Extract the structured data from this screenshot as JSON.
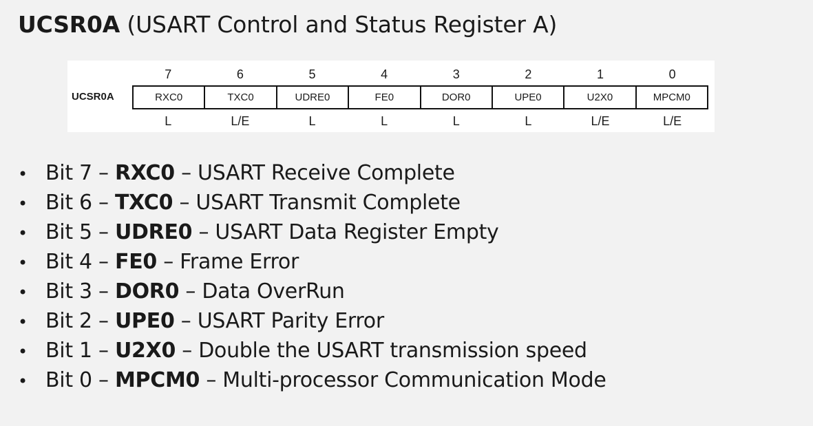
{
  "title": {
    "bold": "UCSR0A",
    "rest": " (USART Control and Status Register A)"
  },
  "register": {
    "name": "UCSR0A",
    "bits": [
      {
        "num": "7",
        "name": "RXC0",
        "access": "L"
      },
      {
        "num": "6",
        "name": "TXC0",
        "access": "L/E"
      },
      {
        "num": "5",
        "name": "UDRE0",
        "access": "L"
      },
      {
        "num": "4",
        "name": "FE0",
        "access": "L"
      },
      {
        "num": "3",
        "name": "DOR0",
        "access": "L"
      },
      {
        "num": "2",
        "name": "UPE0",
        "access": "L"
      },
      {
        "num": "1",
        "name": "U2X0",
        "access": "L/E"
      },
      {
        "num": "0",
        "name": "MPCM0",
        "access": "L/E"
      }
    ]
  },
  "bullets": [
    {
      "bit": "Bit 7",
      "name": "RXC0",
      "desc": "USART Receive Complete"
    },
    {
      "bit": "Bit 6",
      "name": "TXC0",
      "desc": "USART Transmit Complete"
    },
    {
      "bit": "Bit 5",
      "name": "UDRE0",
      "desc": "USART Data Register Empty"
    },
    {
      "bit": "Bit 4",
      "name": "FE0",
      "desc": "Frame Error"
    },
    {
      "bit": "Bit 3",
      "name": "DOR0",
      "desc": "Data OverRun"
    },
    {
      "bit": "Bit 2",
      "name": "UPE0",
      "desc": "USART Parity Error"
    },
    {
      "bit": "Bit 1",
      "name": "U2X0",
      "desc": "Double the USART transmission speed"
    },
    {
      "bit": "Bit 0",
      "name": "MPCM0",
      "desc": "Multi-processor Communication Mode"
    }
  ],
  "separator": " – ",
  "bullet_glyph": "•"
}
